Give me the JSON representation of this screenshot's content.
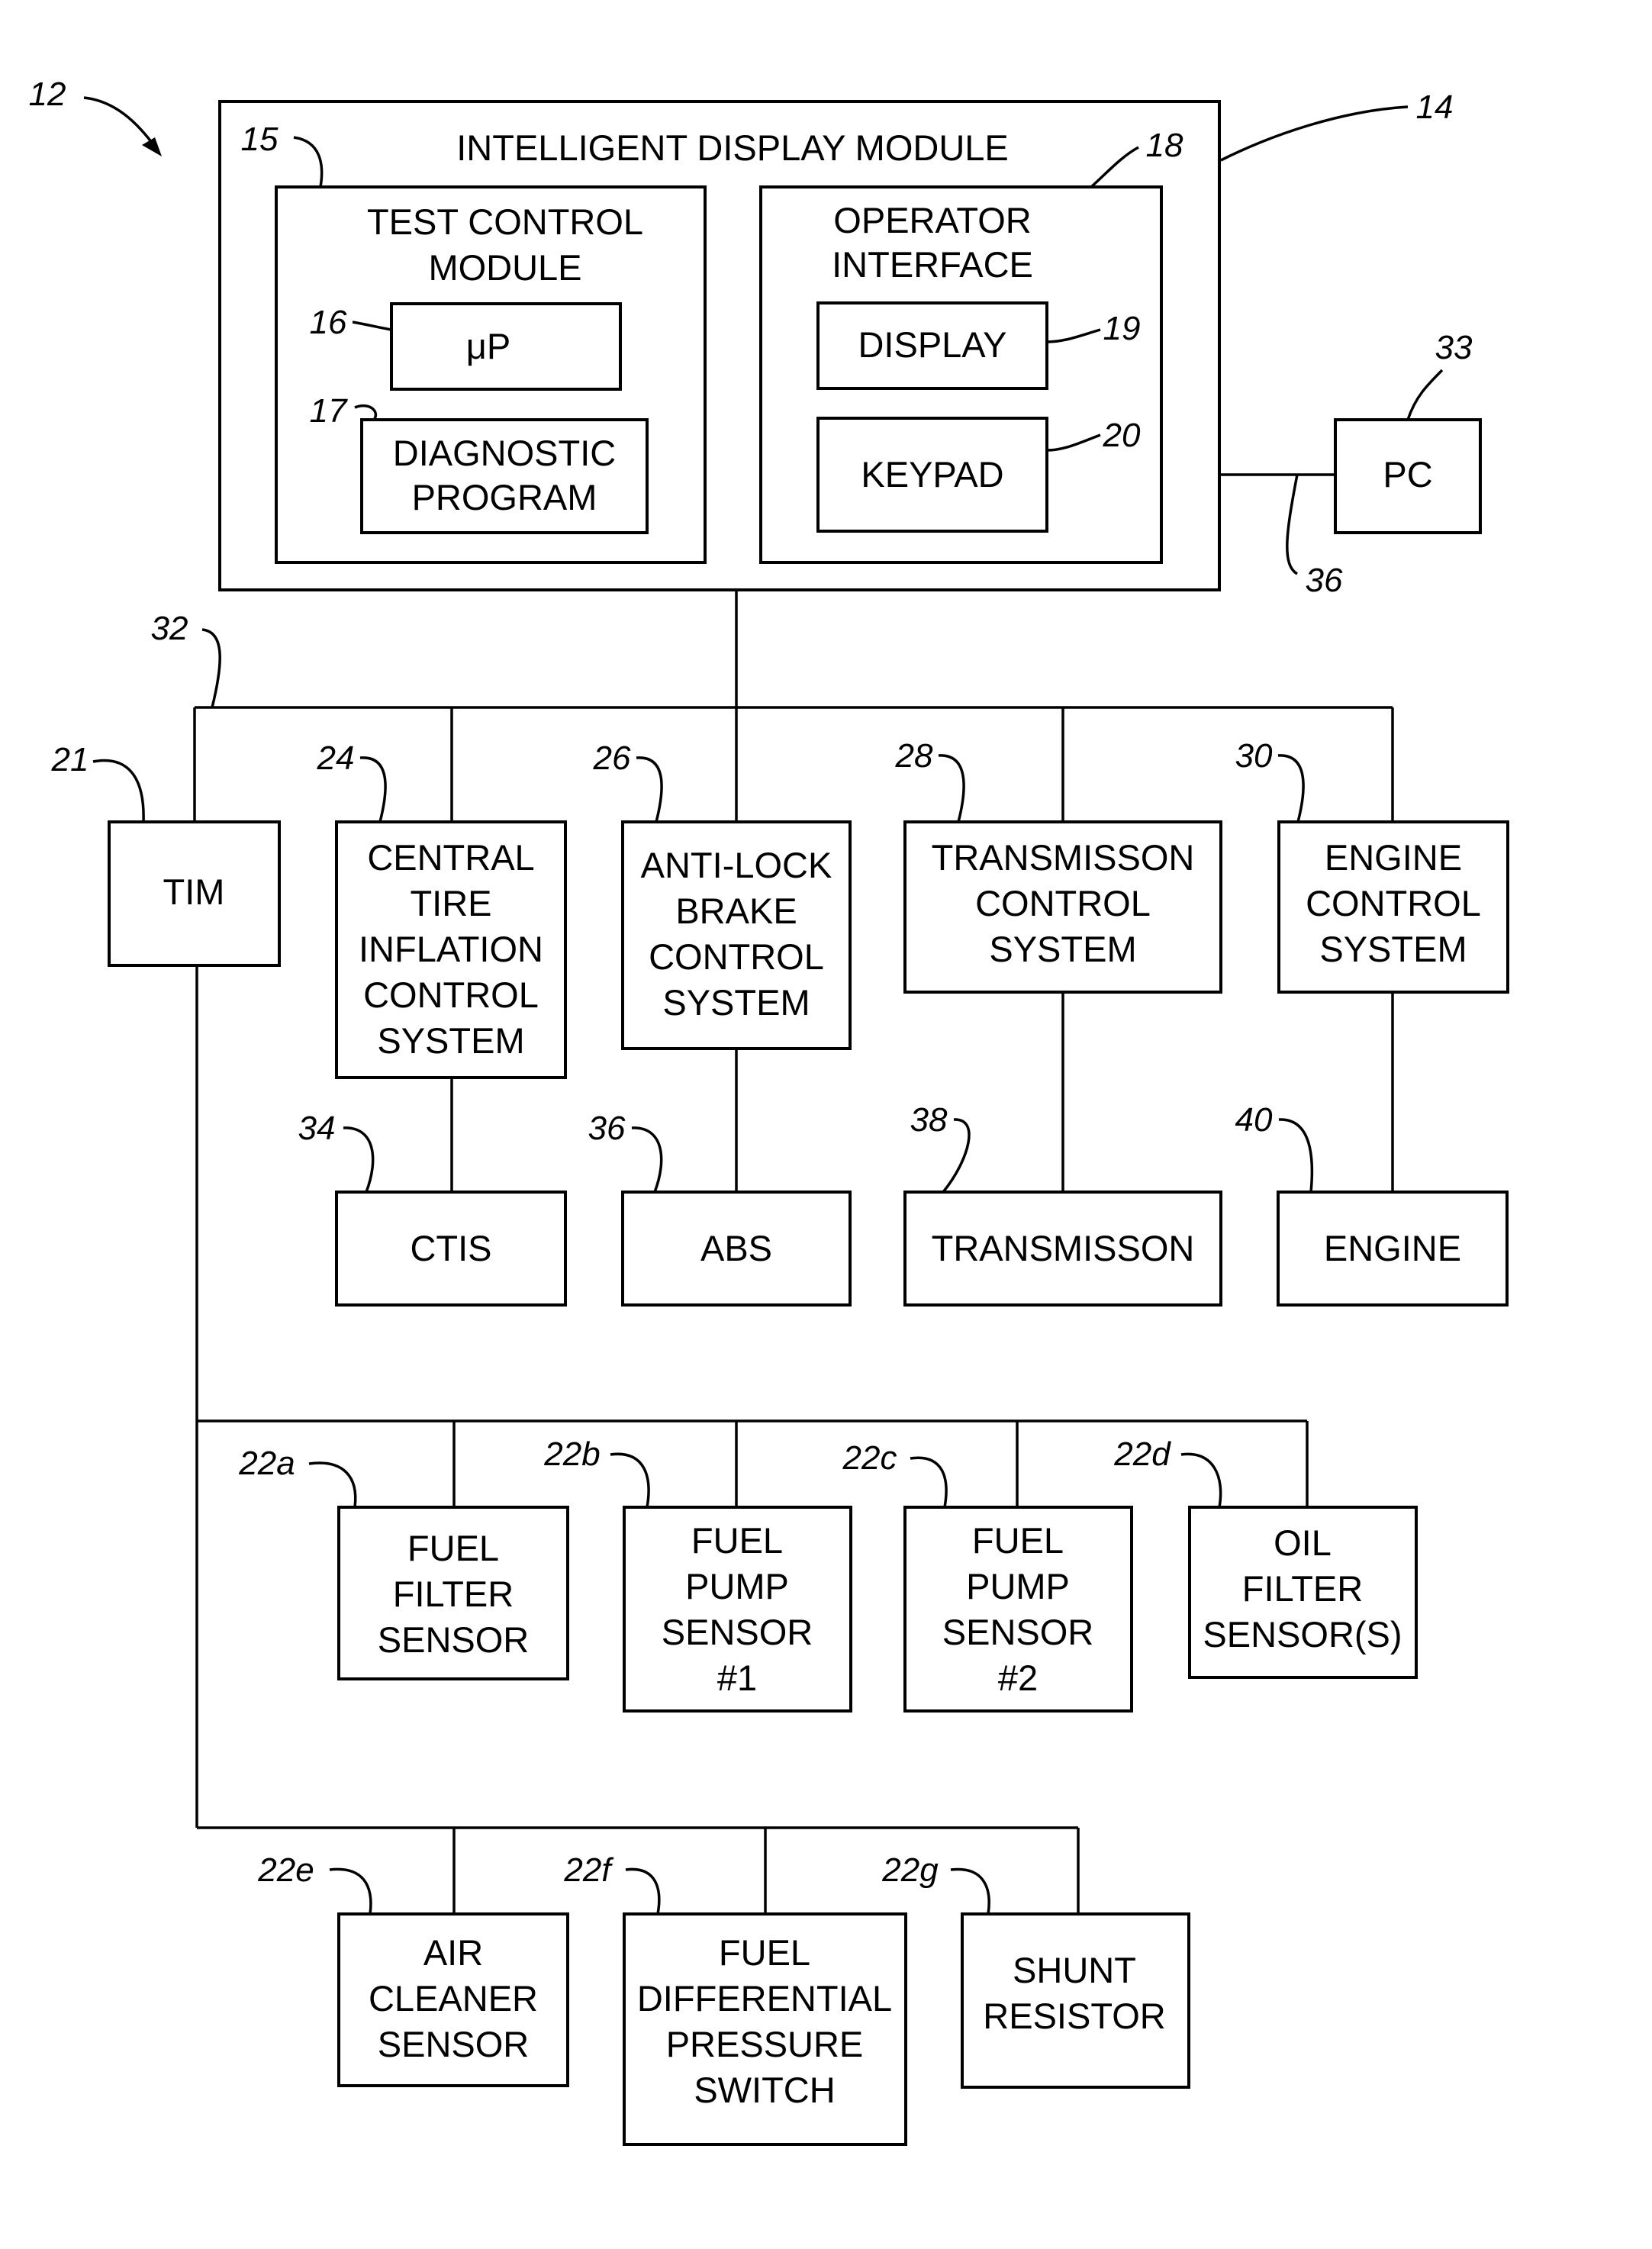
{
  "figure_number": "12",
  "intelligent_display_module": {
    "ref": "14",
    "title": "INTELLIGENT DISPLAY MODULE"
  },
  "test_control_module": {
    "ref": "15",
    "lines": [
      "TEST CONTROL",
      "MODULE"
    ]
  },
  "microprocessor": {
    "ref": "16",
    "label": "μP"
  },
  "diagnostic_program": {
    "ref": "17",
    "lines": [
      "DIAGNOSTIC",
      "PROGRAM"
    ]
  },
  "operator_interface": {
    "ref": "18",
    "lines": [
      "OPERATOR",
      "INTERFACE"
    ]
  },
  "display": {
    "ref": "19",
    "label": "DISPLAY"
  },
  "keypad": {
    "ref": "20",
    "label": "KEYPAD"
  },
  "pc": {
    "ref": "33",
    "label": "PC"
  },
  "pc_link": {
    "ref": "36"
  },
  "data_bus": {
    "ref": "32"
  },
  "tim": {
    "ref": "21",
    "label": "TIM"
  },
  "ctis_control": {
    "ref": "24",
    "lines": [
      "CENTRAL",
      "TIRE",
      "INFLATION",
      "CONTROL",
      "SYSTEM"
    ]
  },
  "abs_control": {
    "ref": "26",
    "lines": [
      "ANTI-LOCK",
      "BRAKE",
      "CONTROL",
      "SYSTEM"
    ]
  },
  "transmission_control": {
    "ref": "28",
    "lines": [
      "TRANSMISSON",
      "CONTROL",
      "SYSTEM"
    ]
  },
  "engine_control": {
    "ref": "30",
    "lines": [
      "ENGINE",
      "CONTROL",
      "SYSTEM"
    ]
  },
  "ctis": {
    "ref": "34",
    "label": "CTIS"
  },
  "abs": {
    "ref": "36",
    "label": "ABS"
  },
  "transmission": {
    "ref": "38",
    "label": "TRANSMISSON"
  },
  "engine": {
    "ref": "40",
    "label": "ENGINE"
  },
  "fuel_filter_sensor": {
    "ref": "22a",
    "lines": [
      "FUEL",
      "FILTER",
      "SENSOR"
    ]
  },
  "fuel_pump_sensor_1": {
    "ref": "22b",
    "lines": [
      "FUEL",
      "PUMP",
      "SENSOR",
      "#1"
    ]
  },
  "fuel_pump_sensor_2": {
    "ref": "22c",
    "lines": [
      "FUEL",
      "PUMP",
      "SENSOR",
      "#2"
    ]
  },
  "oil_filter_sensor": {
    "ref": "22d",
    "lines": [
      "OIL",
      "FILTER",
      "SENSOR(S)"
    ]
  },
  "air_cleaner_sensor": {
    "ref": "22e",
    "lines": [
      "AIR",
      "CLEANER",
      "SENSOR"
    ]
  },
  "fuel_diff_pressure_switch": {
    "ref": "22f",
    "lines": [
      "FUEL",
      "DIFFERENTIAL",
      "PRESSURE",
      "SWITCH"
    ]
  },
  "shunt_resistor": {
    "ref": "22g",
    "lines": [
      "SHUNT",
      "RESISTOR"
    ]
  }
}
